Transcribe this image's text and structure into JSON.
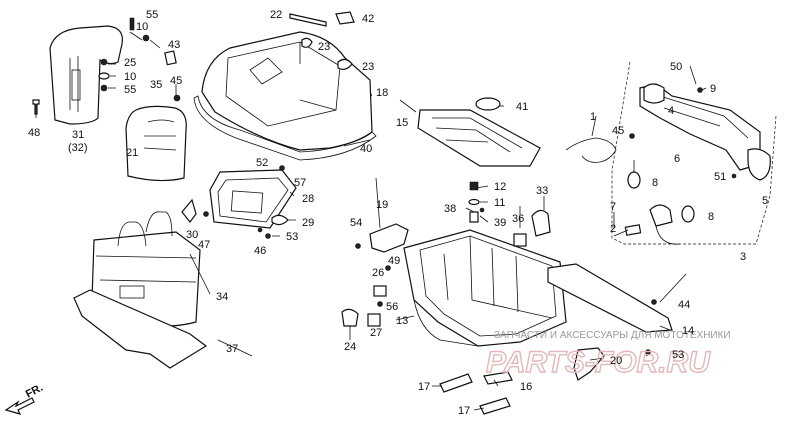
{
  "labels": {
    "p55a": "55",
    "p10a": "10",
    "p22": "22",
    "p42": "42",
    "p23a": "23",
    "p23b": "23",
    "p43": "43",
    "p25": "25",
    "p10b": "10",
    "p55b": "55",
    "p35": "35",
    "p45a": "45",
    "p18": "18",
    "p48": "48",
    "p31": "31",
    "p32": "(32)",
    "p21": "21",
    "p40": "40",
    "p41": "41",
    "p15": "15",
    "p50": "50",
    "p9": "9",
    "p4": "4",
    "p1": "1",
    "p45b": "45",
    "p6": "6",
    "p52": "52",
    "p57": "57",
    "p28": "28",
    "p12": "12",
    "p11": "11",
    "p39": "39",
    "p38": "38",
    "p33": "33",
    "p8a": "8",
    "p51": "51",
    "p5": "5",
    "p7": "7",
    "p2": "2",
    "p8b": "8",
    "p3": "3",
    "p30": "30",
    "p47": "47",
    "p29": "29",
    "p53a": "53",
    "p46": "46",
    "p19": "19",
    "p36": "36",
    "p54": "54",
    "p49": "49",
    "p26": "26",
    "p34": "34",
    "p44": "44",
    "p56": "56",
    "p27": "27",
    "p13": "13",
    "p14": "14",
    "p24": "24",
    "p37": "37",
    "p20": "20",
    "p53b": "53",
    "p16": "16",
    "p17a": "17",
    "p17b": "17"
  },
  "direction_label": "FR.",
  "watermark_text": "ЗАПЧАСТИ И АКСЕССУАРЫ ДЛЯ МОТОТЕХНИКИ",
  "watermark_brand": "PARTS-FOR.RU"
}
